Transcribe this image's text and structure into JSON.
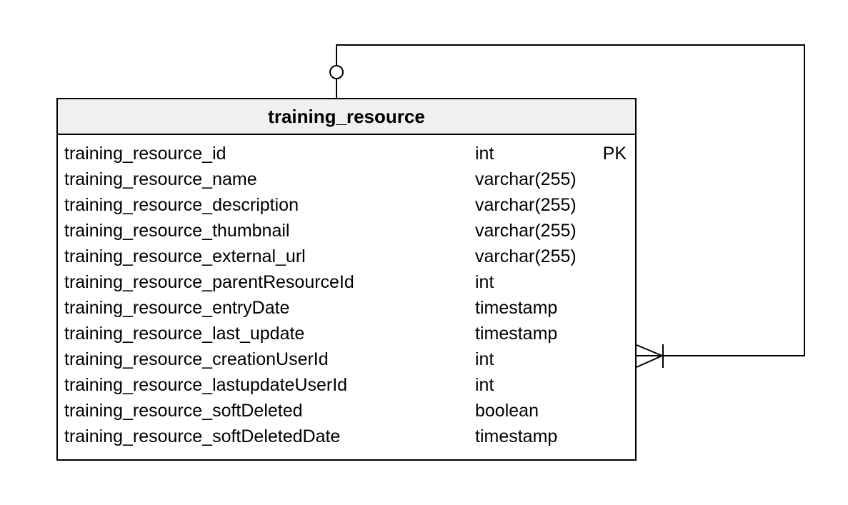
{
  "diagram": {
    "background_color": "#ffffff",
    "stroke_color": "#000000",
    "header_fill": "#f0f0f0",
    "text_color": "#000000"
  },
  "entity": {
    "title": "training_resource",
    "columns": [
      {
        "name": "training_resource_id",
        "type": "int",
        "key": "PK"
      },
      {
        "name": "training_resource_name",
        "type": "varchar(255)",
        "key": ""
      },
      {
        "name": "training_resource_description",
        "type": "varchar(255)",
        "key": ""
      },
      {
        "name": "training_resource_thumbnail",
        "type": "varchar(255)",
        "key": ""
      },
      {
        "name": "training_resource_external_url",
        "type": "varchar(255)",
        "key": ""
      },
      {
        "name": "training_resource_parentResourceId",
        "type": "int",
        "key": ""
      },
      {
        "name": "training_resource_entryDate",
        "type": "timestamp",
        "key": ""
      },
      {
        "name": "training_resource_last_update",
        "type": "timestamp",
        "key": ""
      },
      {
        "name": "training_resource_creationUserId",
        "type": "int",
        "key": ""
      },
      {
        "name": "training_resource_lastupdateUserId",
        "type": "int",
        "key": ""
      },
      {
        "name": "training_resource_softDeleted",
        "type": "boolean",
        "key": ""
      },
      {
        "name": "training_resource_softDeletedDate",
        "type": "timestamp",
        "key": ""
      }
    ]
  },
  "relationship": {
    "type": "self-reference",
    "source_marker": "zero-or-optional-circle",
    "target_marker": "one-or-many-crows-foot"
  }
}
